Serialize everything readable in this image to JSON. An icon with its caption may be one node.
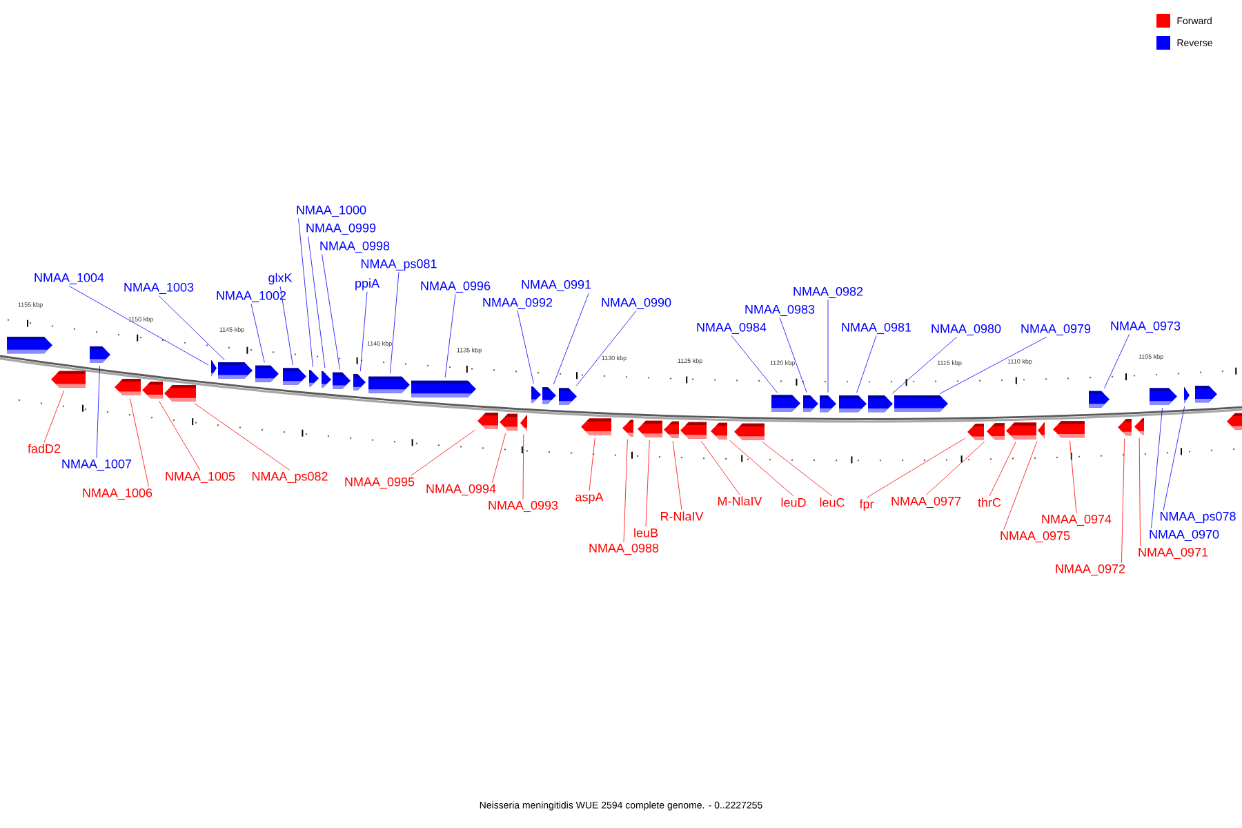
{
  "diagram": {
    "caption": "Neisseria meningitidis WUE 2594 complete genome. - 0..2227255",
    "nodes": [
      {
        "text": [
          "NMAA_1004"
        ]
      },
      {
        "text": [
          "NMAA_1003"
        ]
      },
      {
        "text": [
          "NMAA_1002"
        ]
      },
      {
        "text": [
          "glxK"
        ]
      },
      {
        "text": [
          "NMAA_1000"
        ]
      },
      {
        "text": [
          "NMAA_0999"
        ]
      },
      {
        "text": [
          "NMAA_0998"
        ]
      },
      {
        "text": [
          "NMAA_ps081"
        ]
      },
      {
        "text": [
          "ppiA"
        ]
      },
      {
        "text": [
          "NMAA_0996"
        ]
      },
      {
        "text": [
          "NMAA_0991"
        ]
      },
      {
        "text": [
          "NMAA_0992"
        ]
      },
      {
        "text": [
          "NMAA_0990"
        ]
      },
      {
        "text": [
          "NMAA_0984"
        ]
      },
      {
        "text": [
          "NMAA_0983"
        ]
      },
      {
        "text": [
          "NMAA_0982"
        ]
      },
      {
        "text": [
          "NMAA_0981"
        ]
      },
      {
        "text": [
          "NMAA_0980"
        ]
      },
      {
        "text": [
          "NMAA_0979"
        ]
      },
      {
        "text": [
          "NMAA_0973"
        ]
      },
      {
        "text": [
          "fadD2"
        ]
      },
      {
        "text": [
          "NMAA_1007"
        ]
      },
      {
        "text": [
          "NMAA_1006"
        ]
      },
      {
        "text": [
          "NMAA_1005"
        ]
      },
      {
        "text": [
          "NMAA_ps082"
        ]
      },
      {
        "text": [
          "NMAA_0995"
        ]
      },
      {
        "text": [
          "NMAA_0994"
        ]
      },
      {
        "text": [
          "NMAA_0993"
        ]
      },
      {
        "text": [
          "aspA"
        ]
      },
      {
        "text": [
          "NMAA_0988"
        ]
      },
      {
        "text": [
          "leuB"
        ]
      },
      {
        "text": [
          "R-NlaIV"
        ]
      },
      {
        "text": [
          "M-NlaIV"
        ]
      },
      {
        "text": [
          "leuD"
        ]
      },
      {
        "text": [
          "leuC"
        ]
      },
      {
        "text": [
          "fpr"
        ]
      },
      {
        "text": [
          "NMAA_0977"
        ]
      },
      {
        "text": [
          "thrC"
        ]
      },
      {
        "text": [
          "NMAA_0974"
        ]
      },
      {
        "text": [
          "NMAA_0975"
        ]
      },
      {
        "text": [
          "NMAA_0971"
        ]
      },
      {
        "text": [
          "NMAA_0972"
        ]
      },
      {
        "text": [
          "NMAA_0970"
        ]
      },
      {
        "text": [
          "NMAA_ps078"
        ]
      },
      {
        "text": [],
        "shape": "box"
      },
      {
        "text": [],
        "shape": "box"
      },
      {
        "text": [],
        "shape": "box"
      },
      {
        "text": [],
        "shape": "box"
      },
      {
        "text": [],
        "shape": "box"
      },
      {
        "text": [],
        "shape": "box"
      },
      {
        "text": [],
        "shape": "box"
      },
      {
        "text": [],
        "shape": "box"
      },
      {
        "text": [],
        "shape": "box"
      },
      {
        "text": [],
        "shape": "box"
      },
      {
        "text": [],
        "shape": "box"
      },
      {
        "text": [],
        "shape": "box"
      },
      {
        "text": [],
        "shape": "box"
      },
      {
        "text": [],
        "shape": "box"
      },
      {
        "text": [],
        "shape": "box"
      },
      {
        "text": [],
        "shape": "box"
      },
      {
        "text": [],
        "shape": "box"
      },
      {
        "text": [],
        "shape": "box"
      },
      {
        "text": [],
        "shape": "box"
      },
      {
        "text": [],
        "shape": "box"
      },
      {
        "text": [],
        "shape": "box"
      },
      {
        "text": [],
        "shape": "box"
      },
      {
        "text": [],
        "shape": "box"
      },
      {
        "text": [],
        "shape": "box"
      },
      {
        "text": [],
        "shape": "box"
      },
      {
        "text": [],
        "shape": "box"
      },
      {
        "text": [],
        "shape": "box"
      },
      {
        "text": [],
        "shape": "box"
      },
      {
        "text": [],
        "shape": "box"
      },
      {
        "text": [],
        "shape": "box"
      },
      {
        "text": [],
        "shape": "box"
      },
      {
        "text": [],
        "shape": "box"
      },
      {
        "text": [],
        "shape": "box"
      },
      {
        "text": [],
        "shape": "box"
      },
      {
        "text": [],
        "shape": "box"
      },
      {
        "text": [],
        "shape": "box"
      },
      {
        "text": [],
        "shape": "box"
      },
      {
        "text": [],
        "shape": "box"
      },
      {
        "text": [],
        "shape": "box"
      },
      {
        "text": [],
        "shape": "box"
      },
      {
        "text": [],
        "shape": "box"
      },
      {
        "text": [],
        "shape": "box"
      },
      {
        "text": [],
        "shape": "box"
      },
      {
        "text": [],
        "shape": "box"
      },
      {
        "text": [],
        "shape": "box"
      },
      {
        "text": [],
        "shape": "box"
      },
      {
        "text": [],
        "shape": "box"
      }
    ],
    "edges": [
      {
        "from": 0,
        "to": 50,
        "arrow": "none"
      },
      {
        "from": 1,
        "to": 51,
        "arrow": "none"
      },
      {
        "from": 2,
        "to": 52,
        "arrow": "none"
      },
      {
        "from": 3,
        "to": 53,
        "arrow": "none"
      },
      {
        "from": 4,
        "to": 54,
        "arrow": "none"
      },
      {
        "from": 5,
        "to": 55,
        "arrow": "none"
      },
      {
        "from": 6,
        "to": 56,
        "arrow": "none"
      },
      {
        "from": 7,
        "to": 58,
        "arrow": "none"
      },
      {
        "from": 8,
        "to": 57,
        "arrow": "none"
      },
      {
        "from": 9,
        "to": 59,
        "arrow": "none"
      },
      {
        "from": 10,
        "to": 64,
        "arrow": "none"
      },
      {
        "from": 11,
        "to": 63,
        "arrow": "none"
      },
      {
        "from": 12,
        "to": 65,
        "arrow": "none"
      },
      {
        "from": 13,
        "to": 73,
        "arrow": "none"
      },
      {
        "from": 14,
        "to": 74,
        "arrow": "none"
      },
      {
        "from": 15,
        "to": 75,
        "arrow": "none"
      },
      {
        "from": 16,
        "to": 76,
        "arrow": "none"
      },
      {
        "from": 17,
        "to": 77,
        "arrow": "none"
      },
      {
        "from": 18,
        "to": 78,
        "arrow": "none"
      },
      {
        "from": 19,
        "to": 84,
        "arrow": "none"
      },
      {
        "from": 20,
        "to": 45,
        "arrow": "none",
        "color": "#ff0000"
      },
      {
        "from": 21,
        "to": 46,
        "arrow": "none"
      },
      {
        "from": 22,
        "to": 47,
        "arrow": "none",
        "color": "#ff0000"
      },
      {
        "from": 23,
        "to": 48,
        "arrow": "none",
        "color": "#ff0000"
      },
      {
        "from": 24,
        "to": 49,
        "arrow": "none",
        "color": "#ff0000"
      },
      {
        "from": 25,
        "to": 60,
        "arrow": "none",
        "color": "#ff0000"
      },
      {
        "from": 26,
        "to": 61,
        "arrow": "none",
        "color": "#ff0000"
      },
      {
        "from": 27,
        "to": 62,
        "arrow": "none",
        "color": "#ff0000"
      },
      {
        "from": 28,
        "to": 66,
        "arrow": "none",
        "color": "#ff0000"
      },
      {
        "from": 29,
        "to": 67,
        "arrow": "none",
        "color": "#ff0000"
      },
      {
        "from": 30,
        "to": 68,
        "arrow": "none",
        "color": "#ff0000"
      },
      {
        "from": 31,
        "to": 69,
        "arrow": "none",
        "color": "#ff0000"
      },
      {
        "from": 32,
        "to": 70,
        "arrow": "none",
        "color": "#ff0000"
      },
      {
        "from": 33,
        "to": 71,
        "arrow": "none",
        "color": "#ff0000"
      },
      {
        "from": 34,
        "to": 72,
        "arrow": "none",
        "color": "#ff0000"
      },
      {
        "from": 35,
        "to": 79,
        "arrow": "none",
        "color": "#ff0000"
      },
      {
        "from": 36,
        "to": 80,
        "arrow": "none",
        "color": "#ff0000"
      },
      {
        "from": 37,
        "to": 81,
        "arrow": "none",
        "color": "#ff0000"
      },
      {
        "from": 38,
        "to": 83,
        "arrow": "none",
        "color": "#ff0000"
      },
      {
        "from": 39,
        "to": 82,
        "arrow": "none",
        "color": "#ff0000"
      },
      {
        "from": 40,
        "to": 86,
        "arrow": "none",
        "color": "#ff0000"
      },
      {
        "from": 41,
        "to": 85,
        "arrow": "none",
        "color": "#ff0000"
      },
      {
        "from": 42,
        "to": 87,
        "arrow": "none"
      },
      {
        "from": 43,
        "to": 88,
        "arrow": "none"
      }
    ],
    "labels": [
      "1155 kbp",
      "1150 kbp",
      "1145 kbp",
      "1140 kbp",
      "1135 kbp",
      "1130 kbp",
      "1125 kbp",
      "1120 kbp",
      "1115 kbp",
      "1110 kbp",
      "1105 kbp"
    ],
    "legend": [
      {
        "text": "Forward",
        "color": "#ff0000"
      },
      {
        "text": "Reverse",
        "color": "#0000ff"
      }
    ]
  }
}
